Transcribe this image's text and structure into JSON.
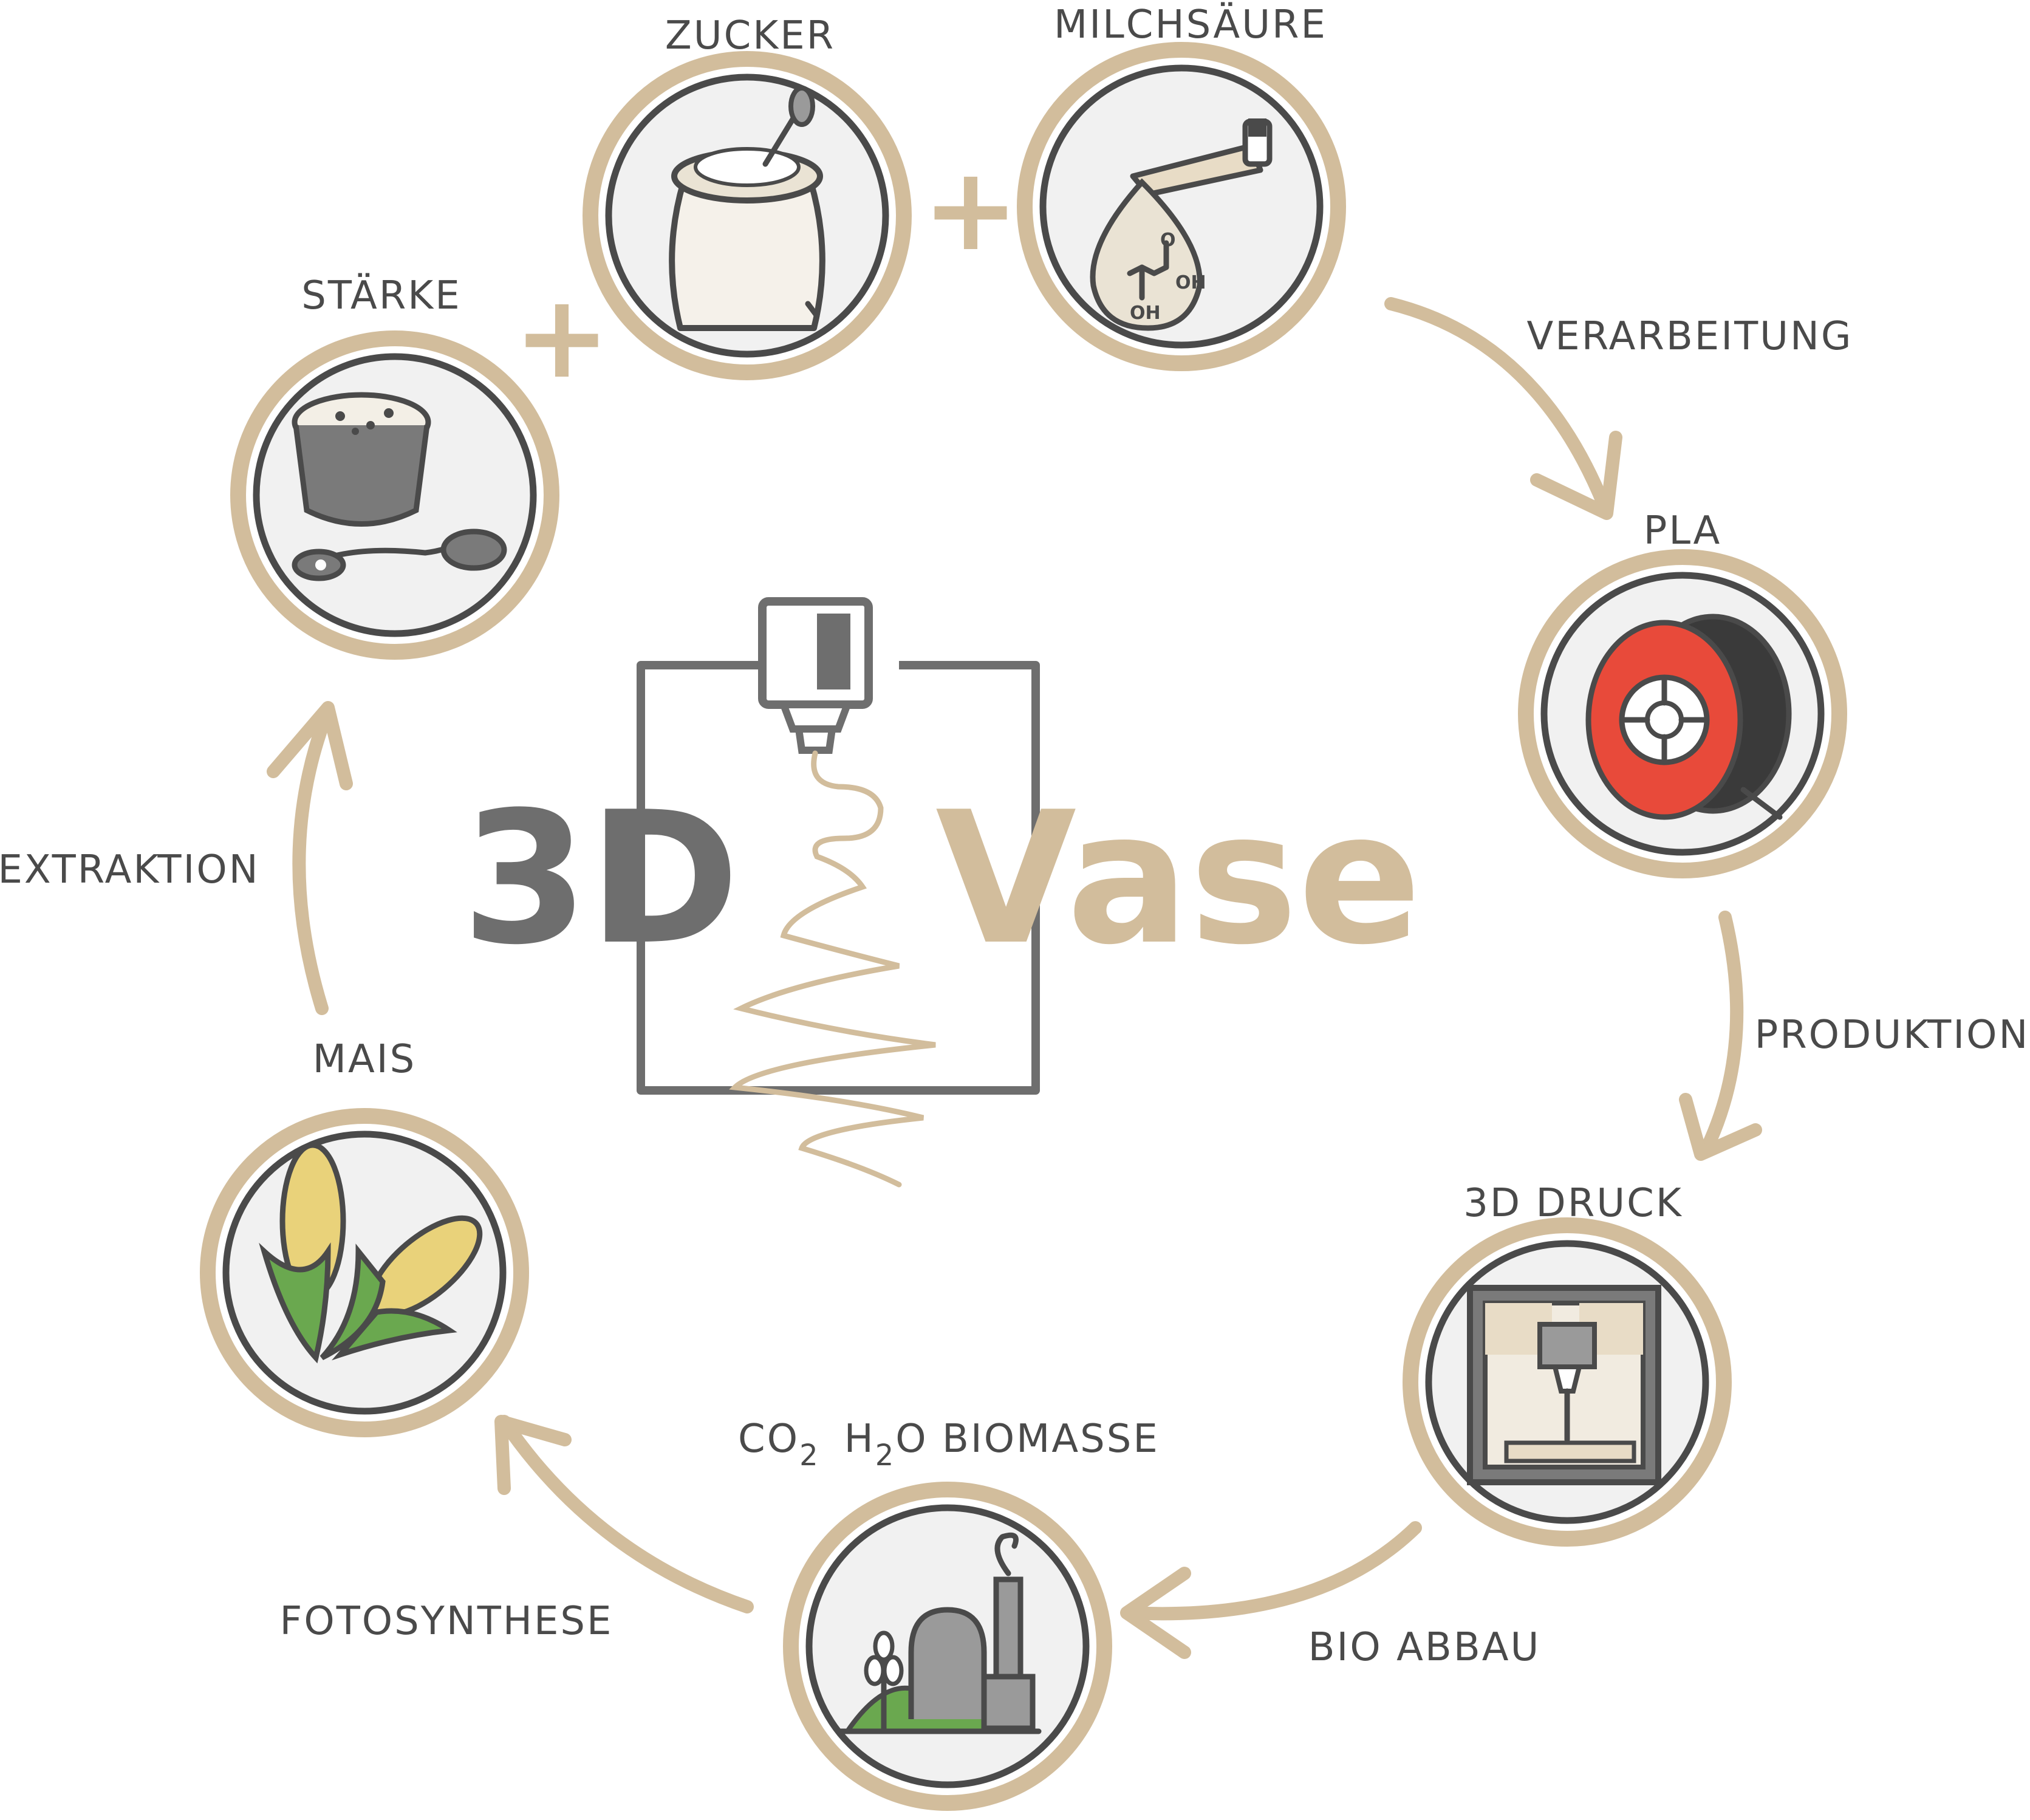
{
  "colors": {
    "accent": "#d2bd9c",
    "dark": "#4a4a4a",
    "logo_grey": "#6e6e6e",
    "spool_red": "#e84a3a",
    "leaf_green": "#6aa84f"
  },
  "stations": {
    "starke": {
      "label": "STÄRKE",
      "icon": "starch-cup-spoon-icon"
    },
    "zucker": {
      "label": "ZUCKER",
      "icon": "sugar-sack-icon"
    },
    "milchsaure": {
      "label": "MILCHSÄURE",
      "icon": "lactic-acid-drop-icon"
    },
    "pla": {
      "label": "PLA",
      "icon": "filament-spool-icon"
    },
    "druck": {
      "label": "3D DRUCK",
      "icon": "3d-printer-icon"
    },
    "biomasse": {
      "label_parts": [
        "CO",
        "2",
        "H",
        "2",
        "O BIOMASSE"
      ],
      "icon": "biogas-plant-icon"
    },
    "mais": {
      "label": "MAIS",
      "icon": "corn-icon"
    }
  },
  "transitions": {
    "verarbeitung": "VERARBEITUNG",
    "produktion": "PRODUKTION",
    "bio_abbau": "BIO ABBAU",
    "fotosynthese": "FOTOSYNTHESE",
    "extraktion": "EXTRAKTION"
  },
  "plus_sign": "+",
  "logo": {
    "part1": "3D",
    "part2": "Vase"
  },
  "chemistry": {
    "o": "O",
    "oh1": "OH",
    "oh2": "OH"
  }
}
